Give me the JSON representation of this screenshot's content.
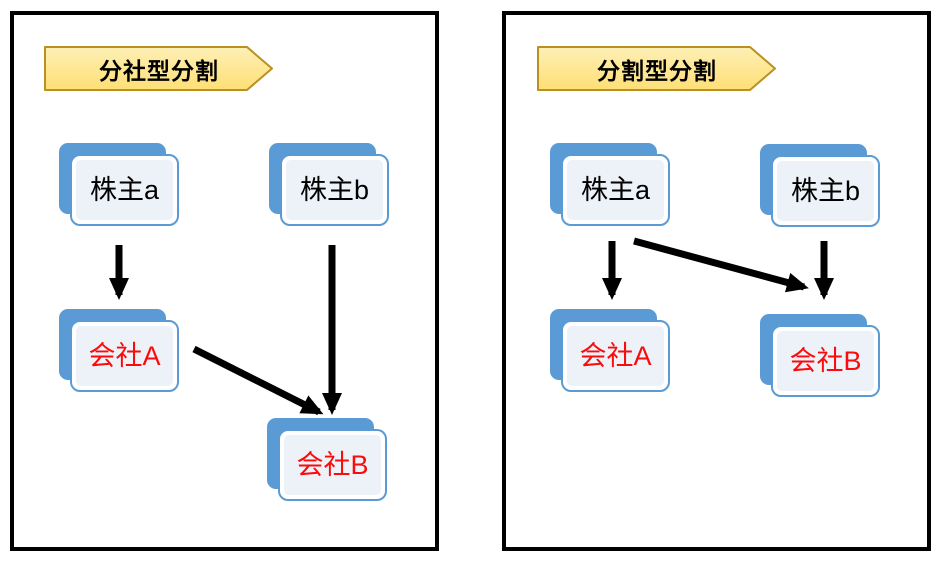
{
  "colors": {
    "accent_blue": "#5B9BD5",
    "node_inner_fill": "#EDF2F9",
    "banner_fill_top": "#FDF0B6",
    "banner_fill_bottom": "#FFDF75",
    "banner_border": "#BA9020",
    "label_red": "#FB0B0B",
    "label_black": "#000000",
    "arrow_color": "#000000",
    "panel_border": "#000000"
  },
  "panels": [
    {
      "id": "bunsha",
      "title": "分社型分割",
      "nodes": [
        {
          "id": "shareholder_a",
          "label": "株主a",
          "color": "black"
        },
        {
          "id": "shareholder_b",
          "label": "株主b",
          "color": "black"
        },
        {
          "id": "company_a",
          "label": "会社A",
          "color": "red"
        },
        {
          "id": "company_b",
          "label": "会社B",
          "color": "red"
        }
      ],
      "edges": [
        {
          "from": "shareholder_a",
          "to": "company_a"
        },
        {
          "from": "shareholder_b",
          "to": "company_b"
        },
        {
          "from": "company_a",
          "to": "company_b"
        }
      ]
    },
    {
      "id": "bunkatsu",
      "title": "分割型分割",
      "nodes": [
        {
          "id": "shareholder_a",
          "label": "株主a",
          "color": "black"
        },
        {
          "id": "shareholder_b",
          "label": "株主b",
          "color": "black"
        },
        {
          "id": "company_a",
          "label": "会社A",
          "color": "red"
        },
        {
          "id": "company_b",
          "label": "会社B",
          "color": "red"
        }
      ],
      "edges": [
        {
          "from": "shareholder_a",
          "to": "company_a"
        },
        {
          "from": "shareholder_a",
          "to": "company_b"
        },
        {
          "from": "shareholder_b",
          "to": "company_b"
        }
      ]
    }
  ]
}
